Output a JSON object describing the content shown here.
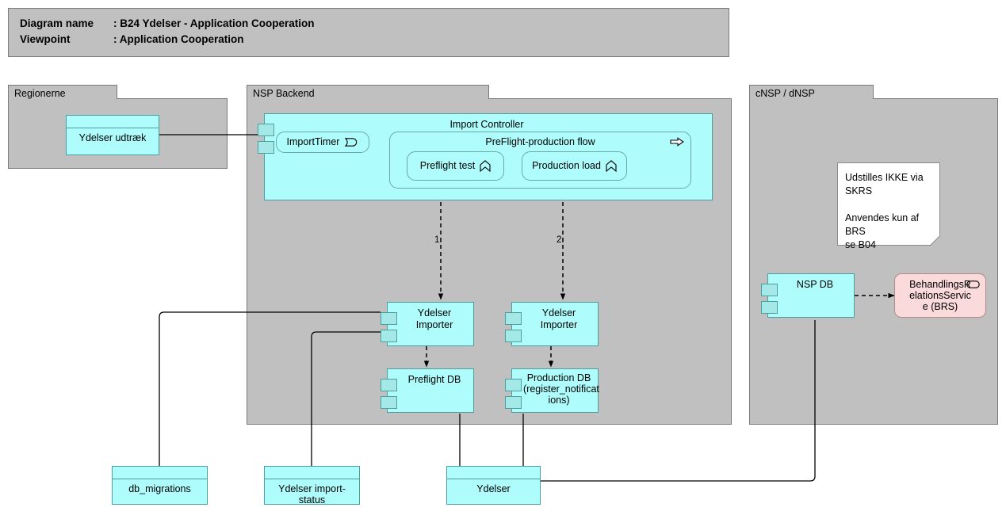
{
  "header": {
    "line1_key": "Diagram name",
    "line1_value": ": B24 Ydelser - Application Cooperation",
    "line2_key": "Viewpoint",
    "line2_value": ": Application Cooperation"
  },
  "groups": [
    {
      "id": "regionerne",
      "label": "Regionerne"
    },
    {
      "id": "nsp-backend",
      "label": "NSP Backend"
    },
    {
      "id": "cnsp-dnsp",
      "label": "cNSP / dNSP"
    }
  ],
  "nodes": {
    "ydelser_udtraek": {
      "label": "Ydelser udtræk",
      "type": "entity"
    },
    "import_controller": {
      "label": "Import Controller",
      "type": "component"
    },
    "import_timer": {
      "label": "ImportTimer",
      "type": "rounded",
      "icon": "event-icon"
    },
    "preflight_flow": {
      "label": "PreFlight-production flow",
      "type": "rounded",
      "icon": "process-arrow-icon"
    },
    "preflight_test": {
      "label": "Preflight test",
      "type": "rounded",
      "icon": "function-chevron-icon"
    },
    "production_load": {
      "label": "Production load",
      "type": "rounded",
      "icon": "function-chevron-icon"
    },
    "ydelser_importer_1": {
      "label": "Ydelser Importer",
      "type": "component"
    },
    "ydelser_importer_2": {
      "label": "Ydelser Importer",
      "type": "component"
    },
    "preflight_db": {
      "label": "Preflight DB",
      "type": "component"
    },
    "production_db": {
      "label": "Production DB\n(register_notificat\nions)",
      "type": "component"
    },
    "db_migrations": {
      "label": "db_migrations",
      "type": "entity"
    },
    "ydelser_import_status": {
      "label": "Ydelser import-\nstatus",
      "type": "entity"
    },
    "ydelser": {
      "label": "Ydelser",
      "type": "entity"
    },
    "nsp_db": {
      "label": "NSP DB",
      "type": "component"
    },
    "brs": {
      "label": "BehandlingsR\nelationsServic\ne (BRS)",
      "type": "rounded-pink",
      "icon": "interface-oval-icon"
    },
    "note": {
      "text": "Udstilles IKKE via SKRS\n\nAnvendes kun af BRS\nse B04",
      "type": "note"
    }
  },
  "sequence_labels": [
    {
      "id": "seq-1",
      "text": "1."
    },
    {
      "id": "seq-2",
      "text": "2."
    }
  ],
  "colors": {
    "group_fill": "#c0c0c0",
    "group_stroke": "#7a7a7a",
    "component_fill": "#aefcfc",
    "component_stroke": "#4d9e9e",
    "component_tab_fill": "#a5e8e8",
    "service_fill": "#fadada",
    "service_stroke": "#b08a8a",
    "note_fill": "#ffffff",
    "line": "#000000",
    "canvas": "#ffffff"
  }
}
